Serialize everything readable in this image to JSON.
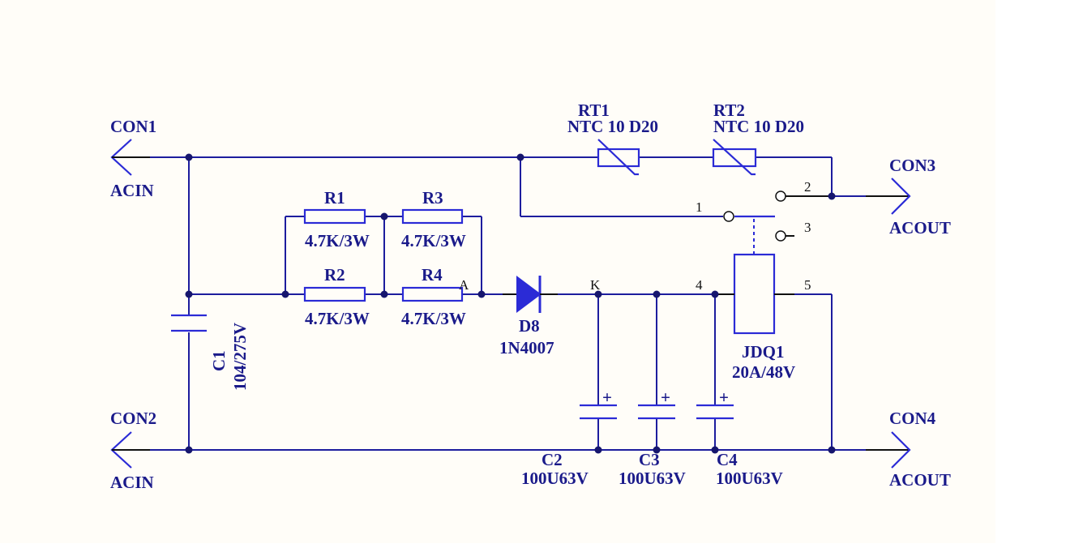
{
  "connectors": {
    "con1": {
      "designator": "CON1",
      "net": "ACIN"
    },
    "con2": {
      "designator": "CON2",
      "net": "ACIN"
    },
    "con3": {
      "designator": "CON3",
      "net": "ACOUT"
    },
    "con4": {
      "designator": "CON4",
      "net": "ACOUT"
    }
  },
  "thermistors": {
    "rt1": {
      "designator": "RT1",
      "value": "NTC 10 D20"
    },
    "rt2": {
      "designator": "RT2",
      "value": "NTC 10 D20"
    }
  },
  "resistors": {
    "r1": {
      "designator": "R1",
      "value": "4.7K/3W"
    },
    "r2": {
      "designator": "R2",
      "value": "4.7K/3W"
    },
    "r3": {
      "designator": "R3",
      "value": "4.7K/3W"
    },
    "r4": {
      "designator": "R4",
      "value": "4.7K/3W"
    }
  },
  "capacitors": {
    "c1": {
      "designator": "C1",
      "value": "104/275V"
    },
    "c2": {
      "designator": "C2",
      "value": "100U63V"
    },
    "c3": {
      "designator": "C3",
      "value": "100U63V"
    },
    "c4": {
      "designator": "C4",
      "value": "100U63V"
    },
    "polarity_mark": "+"
  },
  "diode": {
    "designator": "D8",
    "value": "1N4007",
    "anode_label": "A",
    "cathode_label": "K"
  },
  "relay": {
    "designator": "JDQ1",
    "value": "20A/48V",
    "pins": {
      "p1": "1",
      "p2": "2",
      "p3": "3",
      "p4": "4",
      "p5": "5"
    }
  }
}
